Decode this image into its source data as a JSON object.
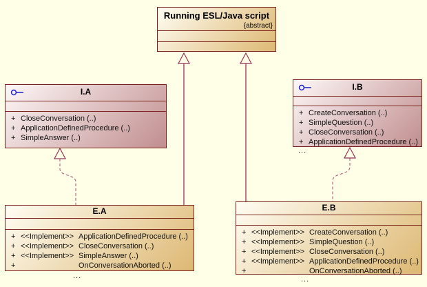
{
  "colors": {
    "bg": "#ffffe7",
    "box-border": "#7c241c",
    "class-grad-start": "#fffdf3",
    "class-grad-end": "#ddb873",
    "iface-grad-start": "#fdf7f7",
    "iface-grad-end": "#c18e8f",
    "connector": "#943057",
    "connector-light": "#b3597e",
    "iface-icon": "#2b2bd0"
  },
  "running": {
    "title": "Running ESL/Java script",
    "modifier": "{abstract}"
  },
  "ia": {
    "title": "I.A",
    "icon": "interface-lollipop-icon",
    "methods": [
      {
        "vis": "+",
        "name": "CloseConversation (..)"
      },
      {
        "vis": "+",
        "name": "ApplicationDefinedProcedure (..)"
      },
      {
        "vis": "+",
        "name": "SimpleAnswer (..)"
      }
    ]
  },
  "ib": {
    "title": "I.B",
    "icon": "interface-lollipop-icon",
    "methods": [
      {
        "vis": "+",
        "name": "CreateConversation (..)"
      },
      {
        "vis": "+",
        "name": "SimpleQuestion (..)"
      },
      {
        "vis": "+",
        "name": "CloseConversation (..)"
      },
      {
        "vis": "+",
        "name": "ApplicationDefinedProcedure (..)"
      }
    ],
    "overflow": "..."
  },
  "ea": {
    "title": "E.A",
    "methods": [
      {
        "vis": "+",
        "stereotype": "<<Implement>>",
        "name": "ApplicationDefinedProcedure (..)"
      },
      {
        "vis": "+",
        "stereotype": "<<Implement>>",
        "name": "CloseConversation (..)"
      },
      {
        "vis": "+",
        "stereotype": "<<Implement>>",
        "name": "SimpleAnswer (..)"
      },
      {
        "vis": "+",
        "stereotype": "",
        "name": "OnConversationAborted (..)"
      }
    ],
    "overflow": "..."
  },
  "eb": {
    "title": "E.B",
    "methods": [
      {
        "vis": "+",
        "stereotype": "<<Implement>>",
        "name": "CreateConversation (..)"
      },
      {
        "vis": "+",
        "stereotype": "<<Implement>>",
        "name": "SimpleQuestion (..)"
      },
      {
        "vis": "+",
        "stereotype": "<<Implement>>",
        "name": "CloseConversation (..)"
      },
      {
        "vis": "+",
        "stereotype": "<<Implement>>",
        "name": "ApplicationDefinedProcedure (..)"
      },
      {
        "vis": "+",
        "stereotype": "",
        "name": "OnConversationAborted (..)"
      }
    ],
    "overflow": "..."
  }
}
